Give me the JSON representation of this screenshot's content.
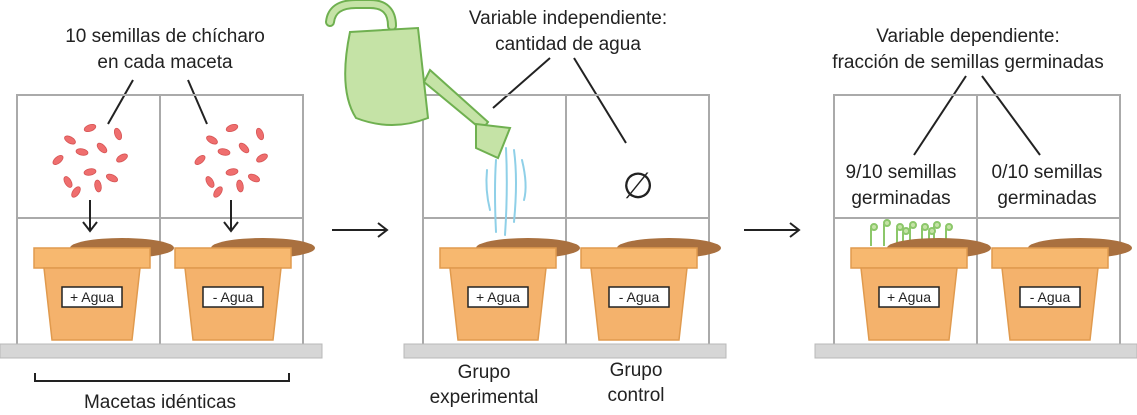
{
  "panel1": {
    "title_lines": [
      "10 semillas de chícharo",
      "en cada maceta"
    ],
    "pot_left_label": "+ Agua",
    "pot_right_label": "- Agua",
    "bracket_caption": "Macetas idénticas"
  },
  "panel2": {
    "title_lines": [
      "Variable independiente:",
      "cantidad de agua"
    ],
    "pot_left_label": "+ Agua",
    "pot_right_label": "- Agua",
    "null_symbol": "∅",
    "caption_left_lines": [
      "Grupo",
      "experimental"
    ],
    "caption_right_lines": [
      "Grupo",
      "control"
    ]
  },
  "panel3": {
    "title_lines": [
      "Variable dependiente:",
      "fracción de semillas germinadas"
    ],
    "result_left_lines": [
      "9/10 semillas",
      "germinadas"
    ],
    "result_right_lines": [
      "0/10 semillas",
      "germinadas"
    ],
    "pot_left_label": "+ Agua",
    "pot_right_label": "- Agua"
  },
  "colors": {
    "pot": "#f4b26c",
    "pot_rim": "#f7b86f",
    "pot_stroke": "#e09a4e",
    "soil": "#a9703f",
    "seed": "#ef6e6e",
    "watering_can": "#c5e3a6",
    "watering_can_stroke": "#6fb050",
    "water": "#8fd0e8",
    "sprout": "#8cc76a",
    "shelf": "#d6d6d6",
    "grid": "#aaaaaa",
    "line": "#222222"
  }
}
